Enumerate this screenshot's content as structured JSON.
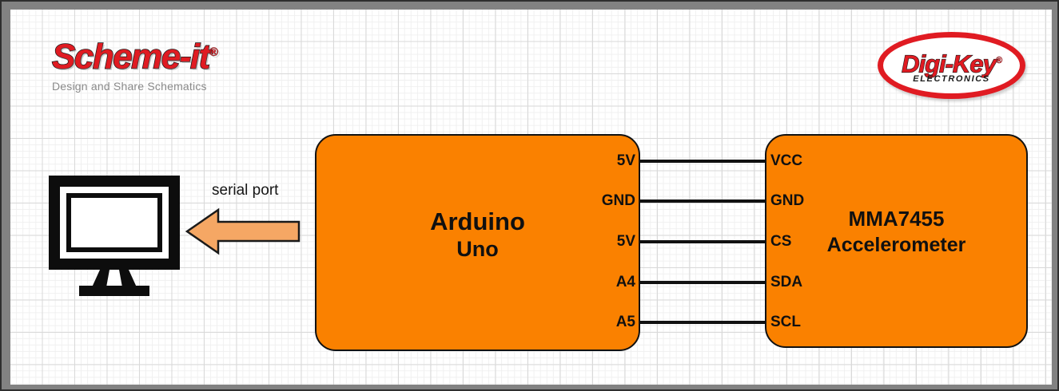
{
  "branding": {
    "scheme_it": {
      "wordmark": "Scheme-it",
      "registered": "®",
      "tagline": "Design and Share Schematics",
      "color": "#e01b22",
      "tagline_color": "#8a8a8a"
    },
    "digikey": {
      "wordmark": "Digi-Key",
      "registered": "®",
      "subtitle": "ELECTRONICS",
      "color": "#e01b22",
      "subtitle_color": "#1a1a1a"
    }
  },
  "diagram": {
    "type": "block-schematic",
    "sheet_background": "#ffffff",
    "frame_color": "#828282",
    "block_fill": "#fa8100",
    "wire_color": "#111111",
    "arrow_fill": "#f5a764",
    "blocks": [
      {
        "id": "arduino",
        "name": "Arduino",
        "sub": "Uno",
        "pins": [
          "5V",
          "GND",
          "5V",
          "A4",
          "A5"
        ]
      },
      {
        "id": "mma7455",
        "name": "MMA7455",
        "sub": "Accelerometer",
        "pins": [
          "VCC",
          "GND",
          "CS",
          "SDA",
          "SCL"
        ]
      }
    ],
    "connections": [
      {
        "from": "5V",
        "to": "VCC"
      },
      {
        "from": "GND",
        "to": "GND"
      },
      {
        "from": "5V",
        "to": "CS"
      },
      {
        "from": "A4",
        "to": "SDA"
      },
      {
        "from": "A5",
        "to": "SCL"
      }
    ],
    "peripheral": {
      "id": "computer-monitor",
      "icon": "monitor-icon",
      "link_label": "serial port",
      "link_direction": "left"
    }
  }
}
